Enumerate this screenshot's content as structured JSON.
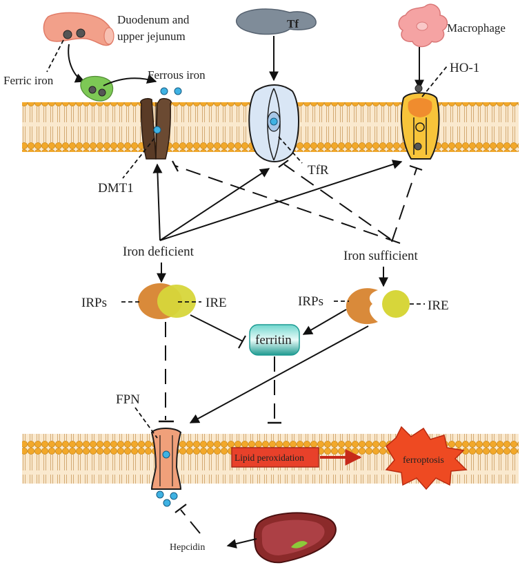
{
  "labels": {
    "duodenum_line1": "Duodenum and",
    "duodenum_line2": "upper jejunum",
    "tf": "Tf",
    "macrophage": "Macrophage",
    "ferric_iron": "Ferric iron",
    "ferrous_iron": "Ferrous iron",
    "ho1": "HO-1",
    "dmt1": "DMT1",
    "tfr": "TfR",
    "iron_deficient": "Iron deficient",
    "iron_sufficient": "Iron sufficient",
    "irps_left": "IRPs",
    "ire_left": "IRE",
    "irps_right": "IRPs",
    "ire_right": "IRE",
    "ferritin": "ferritin",
    "fpn": "FPN",
    "lipid_peroxidation": "Lipid peroxidation",
    "ferroptosis": "ferroptosis",
    "hepcidin": "Hepcidin"
  },
  "colors": {
    "membrane_head": "#F2A82A",
    "membrane_body": "#F6D7A6",
    "dmt1": "#5A3B26",
    "tfr": "#D9E6F5",
    "ho1": "#F7C43A",
    "fpn": "#F0A07A",
    "irp": "#D98A3A",
    "ire": "#D7D63A",
    "ferritin": "#1E9C94",
    "lipid_box": "#E8412A",
    "ferroptosis": "#EE4A22",
    "liver": "#8B2A2A",
    "tf": "#7F8C99",
    "macrophage": "#F5A3A3",
    "duodenum": "#F2A08A",
    "iron_blue": "#3FB2E3"
  }
}
